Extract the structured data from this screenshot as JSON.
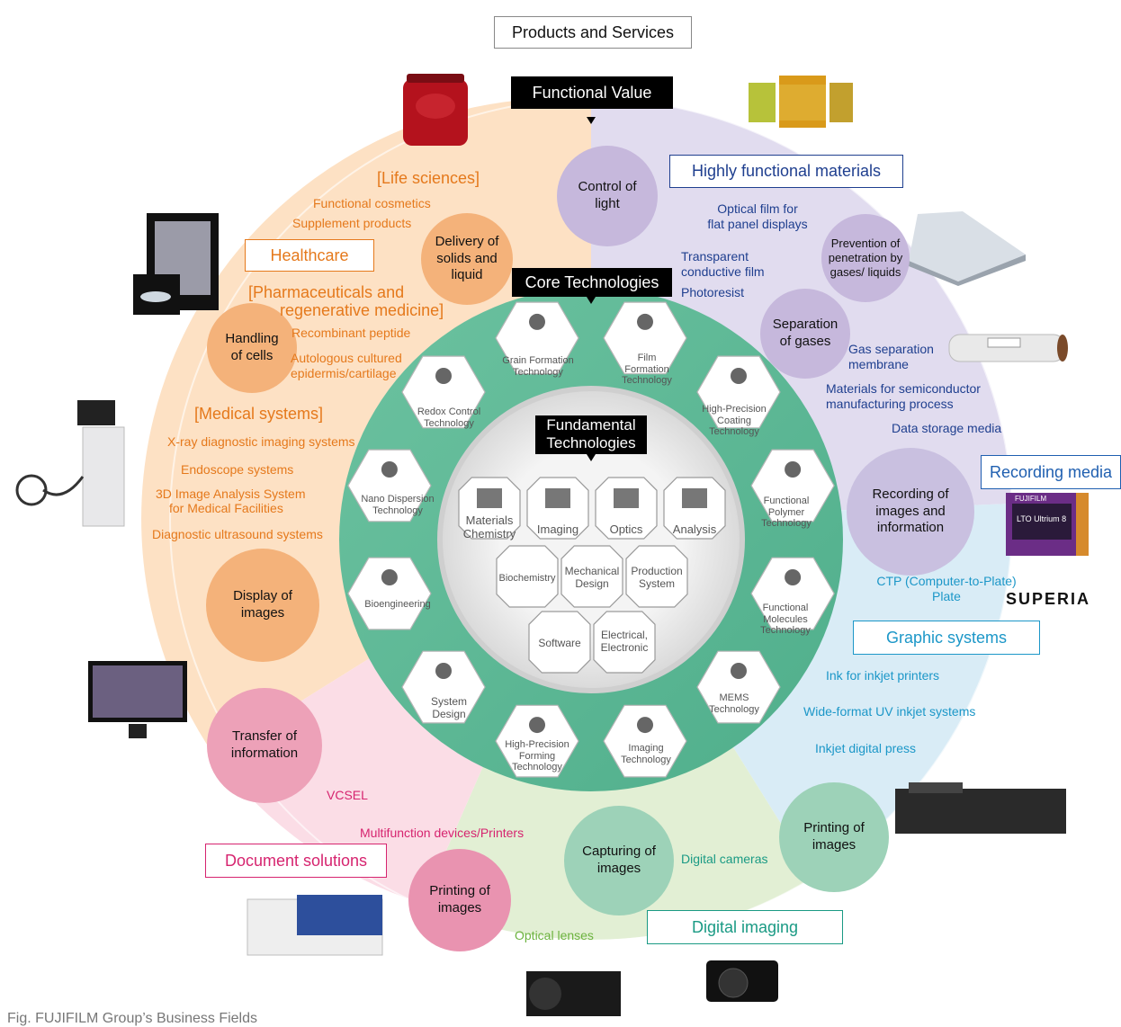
{
  "header": {
    "products_services": "Products and Services",
    "functional_value": "Functional Value",
    "core_technologies": "Core Technologies",
    "fundamental_technologies": "Fundamental Technologies"
  },
  "functional_values": {
    "control_of_light": "Control of light",
    "delivery": "Delivery of solids and liquid",
    "handling_cells": "Handling of cells",
    "display_images": "Display of images",
    "transfer_info": "Transfer of information",
    "printing_left": "Printing of images",
    "capturing": "Capturing of images",
    "printing_right": "Printing of images",
    "recording": "Recording of images and information",
    "separation": "Separation of gases",
    "prevention": "Prevention of penetration by gases/ liquids"
  },
  "healthcare": {
    "heading": "Healthcare",
    "life_sciences": "[Life sciences]",
    "functional_cosmetics": "Functional cosmetics",
    "supplement": "Supplement products",
    "pharma_line1": "[Pharmaceuticals and",
    "pharma_line2": "regenerative medicine]",
    "recombinant": "Recombinant peptide",
    "autologous_line1": "Autologous cultured",
    "autologous_line2": "epidermis/cartilage",
    "medical_systems": "[Medical systems]",
    "xray": "X-ray diagnostic imaging systems",
    "endoscope": "Endoscope systems",
    "image3d_line1": "3D Image Analysis System",
    "image3d_line2": "for Medical Facilities",
    "ultrasound": "Diagnostic ultrasound systems"
  },
  "materials": {
    "heading": "Highly functional materials",
    "optical_film_line1": "Optical film for",
    "optical_film_line2": "flat panel displays",
    "transparent_line1": "Transparent",
    "transparent_line2": "conductive film",
    "photoresist": "Photoresist",
    "gas_sep_line1": "Gas separation",
    "gas_sep_line2": "membrane",
    "semiconductor_line1": "Materials for semiconductor",
    "semiconductor_line2": "manufacturing process",
    "data_storage": "Data storage media"
  },
  "recording_media": {
    "heading": "Recording media",
    "tape_brand": "FUJIFILM",
    "tape_model": "LTO Ultrium 8",
    "superia": "SUPERIA"
  },
  "graphic": {
    "heading": "Graphic systems",
    "ctp_line1": "CTP (Computer-to-Plate)",
    "ctp_line2": "Plate",
    "ink": "Ink for inkjet printers",
    "wide_format": "Wide-format UV inkjet systems",
    "inkjet_press": "Inkjet digital press"
  },
  "digital_imaging": {
    "heading": "Digital imaging",
    "digital_cameras": "Digital cameras",
    "optical_lenses": "Optical lenses"
  },
  "document": {
    "heading": "Document solutions",
    "vcsel": "VCSEL",
    "mfd": "Multifunction devices/Printers"
  },
  "core_tech": {
    "grain": [
      "Grain Formation",
      "Technology"
    ],
    "film": [
      "Film",
      "Formation",
      "Technology"
    ],
    "coating": [
      "High-Precision",
      "Coating",
      "Technology"
    ],
    "polymer": [
      "Functional",
      "Polymer",
      "Technology"
    ],
    "molecules": [
      "Functional",
      "Molecules",
      "Technology"
    ],
    "mems": [
      "MEMS",
      "Technology"
    ],
    "imaging": [
      "Imaging",
      "Technology"
    ],
    "forming": [
      "High-Precision",
      "Forming",
      "Technology"
    ],
    "system": [
      "System",
      "Design"
    ],
    "bio": [
      "Bioengineering"
    ],
    "nano": [
      "Nano Dispersion",
      "Technology"
    ],
    "redox": [
      "Redox Control",
      "Technology"
    ]
  },
  "fundamental": {
    "materials_chem": [
      "Materials",
      "Chemistry"
    ],
    "imaging": [
      "Imaging"
    ],
    "optics": [
      "Optics"
    ],
    "analysis": [
      "Analysis"
    ],
    "biochem": [
      "Biochemistry"
    ],
    "mechanical": [
      "Mechanical",
      "Design"
    ],
    "production": [
      "Production",
      "System"
    ],
    "software": [
      "Software"
    ],
    "electrical": [
      "Electrical,",
      "Electronic"
    ]
  },
  "caption": "Fig. FUJIFILM Group’s Business Fields",
  "colors": {
    "healthcare": "#e5791c",
    "materials": "#1f3f8f",
    "graphic": "#1c97c8",
    "document": "#d6246f",
    "digital": "#6cb33f",
    "core_ring": "#5cb895"
  }
}
